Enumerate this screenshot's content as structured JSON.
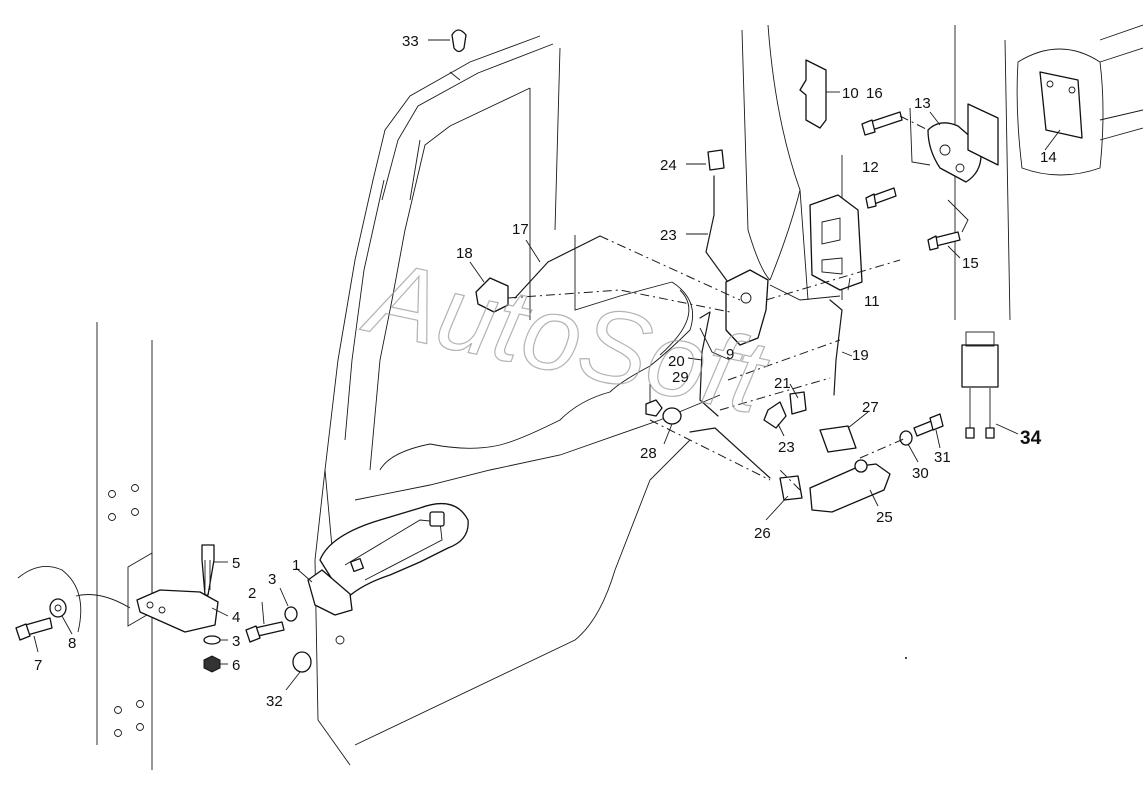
{
  "watermark": "AutoSoft",
  "callouts": [
    {
      "id": "c1",
      "text": "1"
    },
    {
      "id": "c2",
      "text": "2"
    },
    {
      "id": "c3a",
      "text": "3"
    },
    {
      "id": "c3b",
      "text": "3"
    },
    {
      "id": "c4",
      "text": "4"
    },
    {
      "id": "c5",
      "text": "5"
    },
    {
      "id": "c6",
      "text": "6"
    },
    {
      "id": "c7",
      "text": "7"
    },
    {
      "id": "c8",
      "text": "8"
    },
    {
      "id": "c9",
      "text": "9"
    },
    {
      "id": "c10",
      "text": "10"
    },
    {
      "id": "c11",
      "text": "11"
    },
    {
      "id": "c12",
      "text": "12"
    },
    {
      "id": "c13",
      "text": "13"
    },
    {
      "id": "c14",
      "text": "14"
    },
    {
      "id": "c15",
      "text": "15"
    },
    {
      "id": "c16",
      "text": "16"
    },
    {
      "id": "c17",
      "text": "17"
    },
    {
      "id": "c18",
      "text": "18"
    },
    {
      "id": "c19",
      "text": "19"
    },
    {
      "id": "c20",
      "text": "20"
    },
    {
      "id": "c21",
      "text": "21"
    },
    {
      "id": "c23a",
      "text": "23"
    },
    {
      "id": "c23b",
      "text": "23"
    },
    {
      "id": "c24",
      "text": "24"
    },
    {
      "id": "c25",
      "text": "25"
    },
    {
      "id": "c26",
      "text": "26"
    },
    {
      "id": "c27",
      "text": "27"
    },
    {
      "id": "c28",
      "text": "28"
    },
    {
      "id": "c29",
      "text": "29"
    },
    {
      "id": "c30",
      "text": "30"
    },
    {
      "id": "c31",
      "text": "31"
    },
    {
      "id": "c32",
      "text": "32"
    },
    {
      "id": "c33",
      "text": "33"
    },
    {
      "id": "c34",
      "text": "34"
    }
  ]
}
